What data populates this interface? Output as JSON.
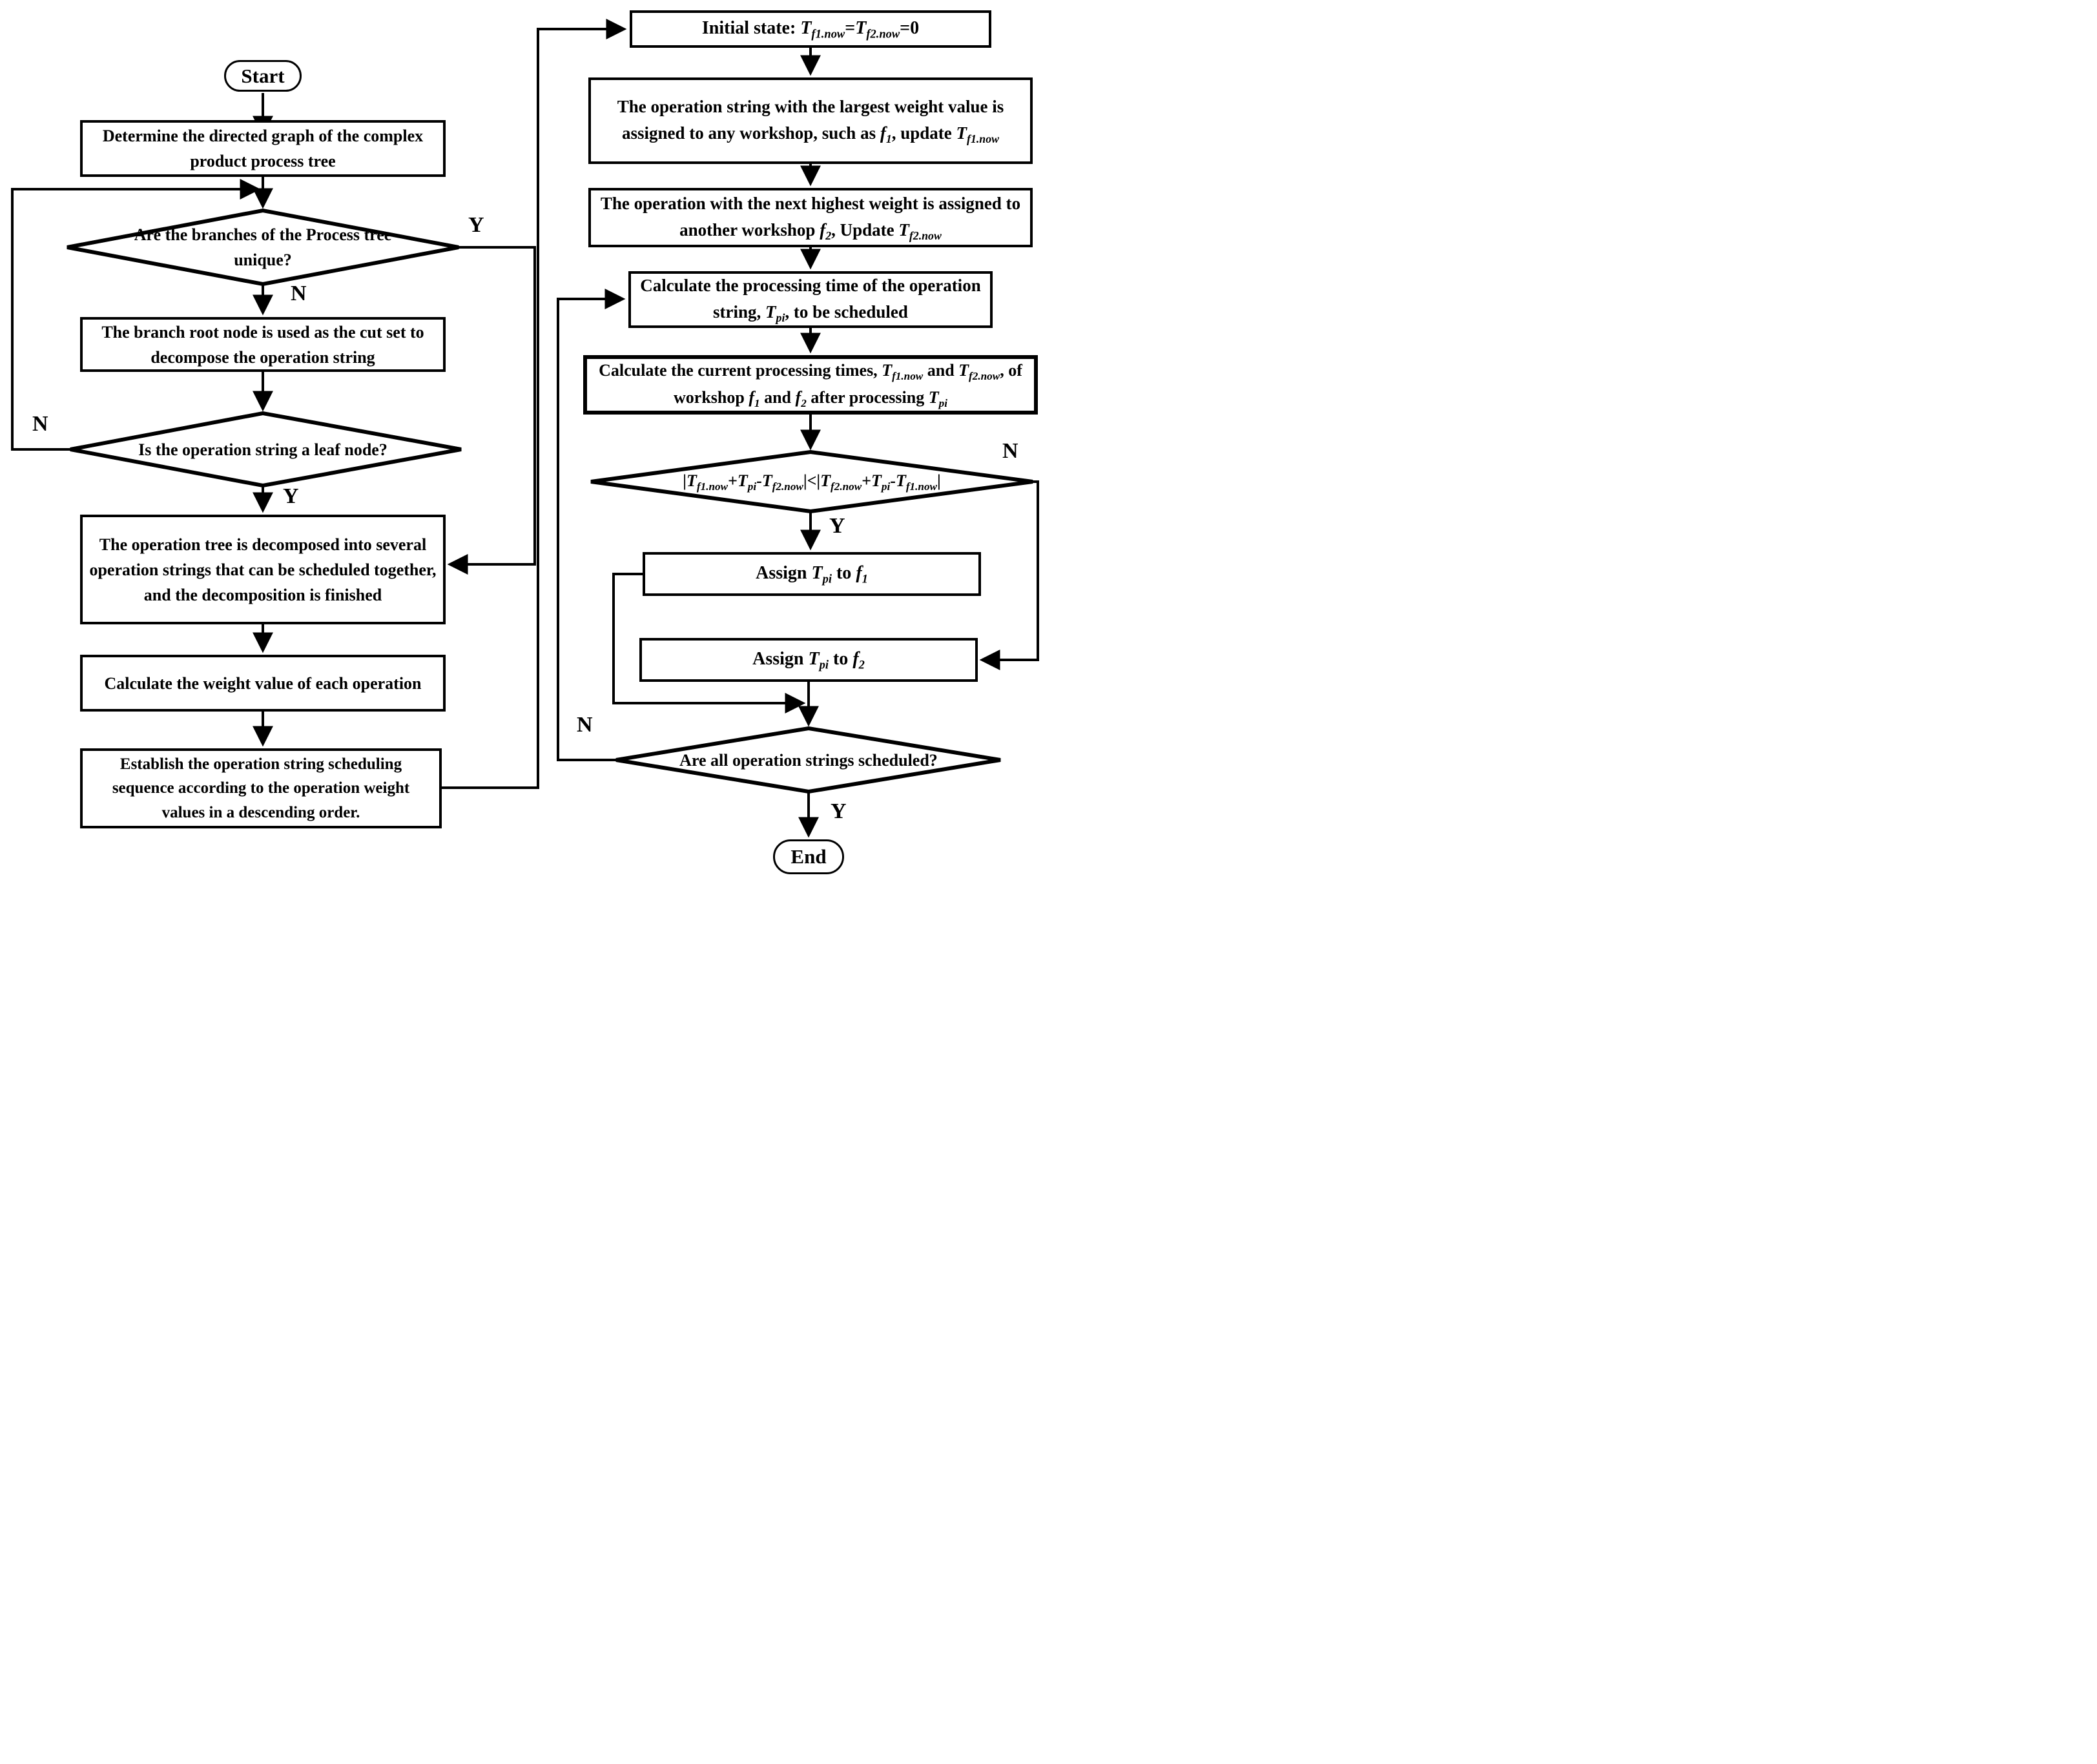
{
  "flowchart": {
    "start": {
      "label": "Start"
    },
    "end": {
      "label": "End"
    },
    "left": {
      "determine_box": {
        "text": "Determine the directed graph of the complex product process tree"
      },
      "branches_diamond": {
        "text": "Are the branches of the Process tree unique?",
        "yes": "Y",
        "no": "N"
      },
      "branch_root_box": {
        "text": "The branch root node is used as the cut set to decompose the operation string"
      },
      "leaf_diamond": {
        "text": "Is the operation string a leaf node?",
        "yes": "Y",
        "no": "N"
      },
      "decompose_box": {
        "text": "The operation tree is decomposed into several operation strings that can be scheduled together, and the decomposition is finished"
      },
      "weight_box": {
        "text": "Calculate the weight value of each operation"
      },
      "sequence_box": {
        "text": "Establish the operation string scheduling sequence according to the operation weight values in a descending order."
      }
    },
    "right": {
      "initial_box": {
        "rich": [
          {
            "t": "Initial state:  "
          },
          {
            "t": "T",
            "i": 1
          },
          {
            "t": "f1.now",
            "s": 1
          },
          {
            "t": "="
          },
          {
            "t": "T",
            "i": 1
          },
          {
            "t": "f2.now",
            "s": 1
          },
          {
            "t": "=0"
          }
        ]
      },
      "largest_weight_box": {
        "rich": [
          {
            "t": "The operation string with the largest weight value is assigned to any workshop,  such as "
          },
          {
            "t": "f",
            "i": 1
          },
          {
            "t": "1",
            "s": 1
          },
          {
            "t": ",  update "
          },
          {
            "t": "T",
            "i": 1
          },
          {
            "t": "f1.now",
            "s": 1
          }
        ]
      },
      "next_highest_box": {
        "rich": [
          {
            "t": "The operation with the next highest weight is assigned to another workshop "
          },
          {
            "t": "f",
            "i": 1
          },
          {
            "t": "2",
            "s": 1
          },
          {
            "t": ",  Update "
          },
          {
            "t": "T",
            "i": 1
          },
          {
            "t": "f2.now",
            "s": 1
          }
        ]
      },
      "processing_time_box": {
        "rich": [
          {
            "t": "Calculate the processing time of the operation string, "
          },
          {
            "t": "T",
            "i": 1
          },
          {
            "t": "pi",
            "s": 1
          },
          {
            "t": ", to be scheduled"
          }
        ]
      },
      "current_times_box": {
        "rich": [
          {
            "t": "Calculate the current processing times, "
          },
          {
            "t": "T",
            "i": 1
          },
          {
            "t": "f1.now",
            "s": 1
          },
          {
            "t": " and "
          },
          {
            "t": "T",
            "i": 1
          },
          {
            "t": "f2.now",
            "s": 1
          },
          {
            "t": ", of workshop "
          },
          {
            "t": "f",
            "i": 1
          },
          {
            "t": "1",
            "s": 1
          },
          {
            "t": " and "
          },
          {
            "t": "f",
            "i": 1
          },
          {
            "t": "2",
            "s": 1
          },
          {
            "t": " after processing "
          },
          {
            "t": "T",
            "i": 1
          },
          {
            "t": "pi",
            "s": 1
          }
        ]
      },
      "balance_diamond": {
        "yes": "Y",
        "no": "N",
        "rich": [
          {
            "t": "|"
          },
          {
            "t": "T",
            "i": 1
          },
          {
            "t": "f1.now",
            "s": 1
          },
          {
            "t": "+"
          },
          {
            "t": "T",
            "i": 1
          },
          {
            "t": "pi",
            "s": 1
          },
          {
            "t": "-"
          },
          {
            "t": "T",
            "i": 1
          },
          {
            "t": "f2.now",
            "s": 1
          },
          {
            "t": "|<|"
          },
          {
            "t": "T",
            "i": 1
          },
          {
            "t": "f2.now",
            "s": 1
          },
          {
            "t": "+"
          },
          {
            "t": "T",
            "i": 1
          },
          {
            "t": "pi",
            "s": 1
          },
          {
            "t": "-"
          },
          {
            "t": "T",
            "i": 1
          },
          {
            "t": "f1.now",
            "s": 1
          },
          {
            "t": "|"
          }
        ]
      },
      "assign_f1_box": {
        "rich": [
          {
            "t": "Assign "
          },
          {
            "t": "T",
            "i": 1
          },
          {
            "t": "pi",
            "s": 1
          },
          {
            "t": " to "
          },
          {
            "t": "f",
            "i": 1
          },
          {
            "t": "1",
            "s": 1
          }
        ]
      },
      "assign_f2_box": {
        "rich": [
          {
            "t": "Assign "
          },
          {
            "t": "T",
            "i": 1
          },
          {
            "t": "pi",
            "s": 1
          },
          {
            "t": " to "
          },
          {
            "t": "f",
            "i": 1
          },
          {
            "t": "2",
            "s": 1
          }
        ]
      },
      "scheduled_diamond": {
        "text": "Are all operation strings scheduled?",
        "yes": "Y",
        "no": "N"
      }
    },
    "colors": {
      "ink": "#000000",
      "background": "#ffffff"
    }
  }
}
